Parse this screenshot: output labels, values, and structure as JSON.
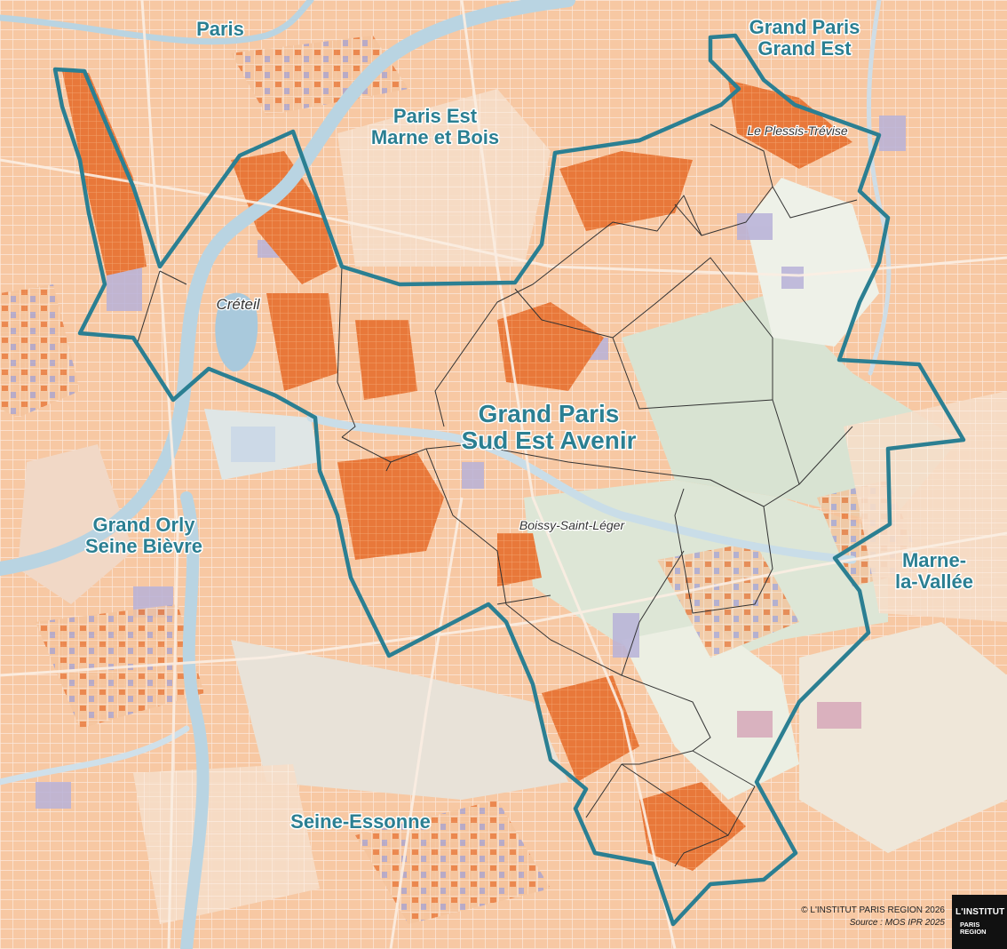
{
  "map": {
    "territories": [
      {
        "name": "Paris"
      },
      {
        "name": "Grand Paris\nGrand Est"
      },
      {
        "name": "Paris Est\nMarne et Bois"
      },
      {
        "name": "Grand Paris\nSud Est Avenir"
      },
      {
        "name": "Grand Orly\nSeine Bièvre"
      },
      {
        "name": "Marne-\nla-Vallée"
      },
      {
        "name": "Seine-Essonne"
      }
    ],
    "towns": [
      {
        "name": "Créteil"
      },
      {
        "name": "Le Plessis-Trévise"
      },
      {
        "name": "Boissy-Saint-Léger"
      }
    ],
    "colors": {
      "boundary": "#2b7f92",
      "label": "#2b7f92",
      "urban_fabric": "#f7c8a3",
      "dense_housing": "#e8783a",
      "activity": "#a8a3cf",
      "green": "#d7e2d2",
      "water": "#b9d4e2"
    }
  },
  "credit": {
    "copyright": "© L'INSTITUT PARIS REGION 2026",
    "source": "Source : MOS IPR 2025"
  },
  "logo": {
    "line1": "L'INSTITUT",
    "line2": "PARIS\nREGION"
  }
}
